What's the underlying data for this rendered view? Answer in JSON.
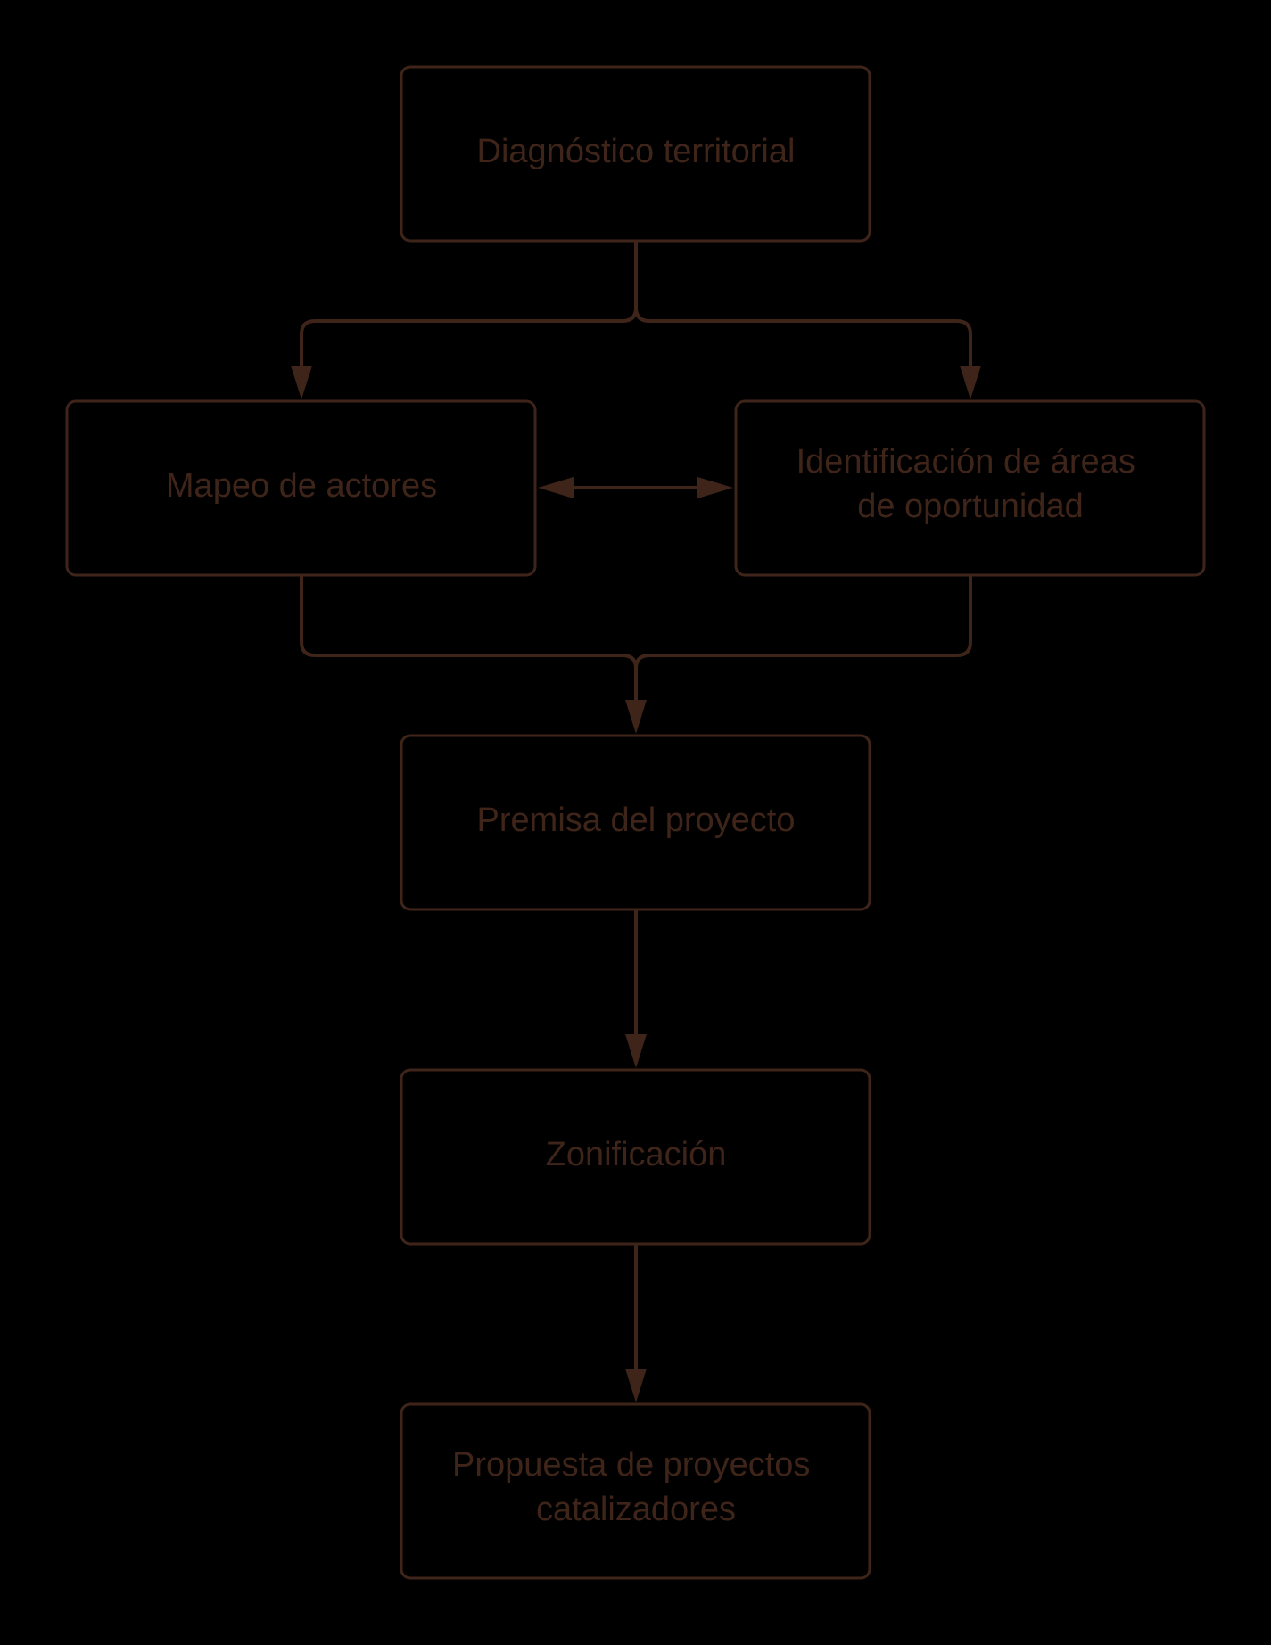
{
  "colors": {
    "background": "#000000",
    "stroke": "#3f2419",
    "text": "#3f2419"
  },
  "nodes": {
    "diagnostico": {
      "lines": [
        "Diagnóstico territorial"
      ]
    },
    "mapeo": {
      "lines": [
        "Mapeo de actores"
      ]
    },
    "identificacion": {
      "lines": [
        "Identificación de áreas",
        "de oportunidad"
      ]
    },
    "premisa": {
      "lines": [
        "Premisa del proyecto"
      ]
    },
    "zonificacion": {
      "lines": [
        "Zonificación"
      ]
    },
    "propuesta": {
      "lines": [
        "Propuesta de proyectos",
        "catalizadores"
      ]
    }
  },
  "edges": [
    {
      "from": "diagnostico",
      "to": "mapeo"
    },
    {
      "from": "diagnostico",
      "to": "identificacion"
    },
    {
      "from": "mapeo",
      "to": "identificacion",
      "bidirectional": true
    },
    {
      "from": "mapeo",
      "to": "premisa"
    },
    {
      "from": "identificacion",
      "to": "premisa"
    },
    {
      "from": "premisa",
      "to": "zonificacion"
    },
    {
      "from": "zonificacion",
      "to": "propuesta"
    }
  ]
}
